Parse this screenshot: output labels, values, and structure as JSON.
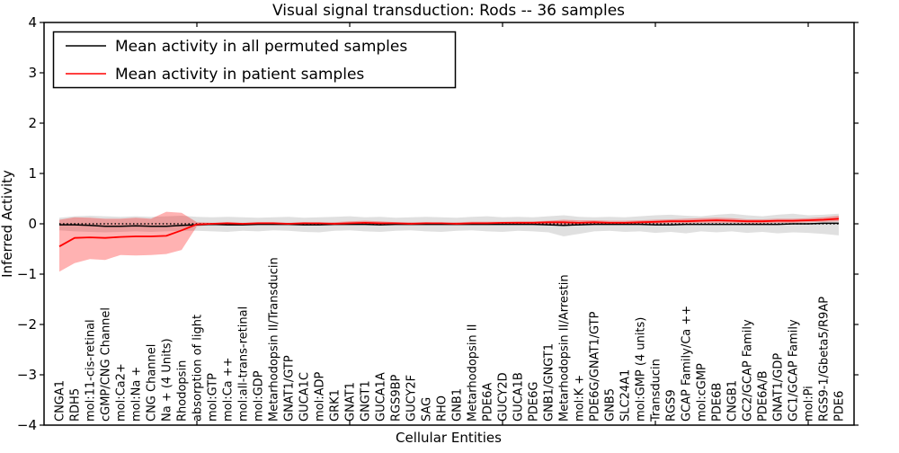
{
  "chart_data": {
    "type": "line",
    "title": "Visual signal transduction: Rods -- 36 samples",
    "xlabel": "Cellular Entities",
    "ylabel": "Inferred Activity",
    "ylim": [
      -4,
      4
    ],
    "yticks": [
      -4,
      -3,
      -2,
      -1,
      0,
      1,
      2,
      3,
      4
    ],
    "xticks_numeric": [
      10,
      20,
      30,
      40,
      50
    ],
    "grid": false,
    "legend_position": "upper left",
    "zero_line": {
      "y": 0,
      "style": "dotted",
      "color": "#000000"
    },
    "categories": [
      "CNGA1",
      "RDH5",
      "mol:11-cis-retinal",
      "cGMP/CNG Channel",
      "mol:Ca2+",
      "mol:Na +",
      "CNG Channel",
      "Na + (4 Units)",
      "Rhodopsin",
      "absorption of light",
      "mol:GTP",
      "mol:Ca ++",
      "mol:all-trans-retinal",
      "mol:GDP",
      "Metarhodopsin II/Transducin",
      "GNAT1/GTP",
      "GUCA1C",
      "mol:ADP",
      "GRK1",
      "GNAT1",
      "GNGT1",
      "GUCA1A",
      "RGS9BP",
      "GUCY2F",
      "SAG",
      "RHO",
      "GNB1",
      "Metarhodopsin II",
      "PDE6A",
      "GUCY2D",
      "GUCA1B",
      "PDE6G",
      "GNB1/GNGT1",
      "Metarhodopsin II/Arrestin",
      "mol:K +",
      "PDE6G/GNAT1/GTP",
      "GNB5",
      "SLC24A1",
      "mol:GMP (4 units)",
      "Transducin",
      "RGS9",
      "GCAP Family/Ca ++",
      "mol:cGMP",
      "PDE6B",
      "CNGB1",
      "GC2/GCAP Family",
      "PDE6A/B",
      "GNAT1/GDP",
      "GC1/GCAP Family",
      "mol:Pi",
      "RGS9-1/Gbeta5/R9AP",
      "PDE6"
    ],
    "series": [
      {
        "name": "Mean activity in all permuted samples",
        "color": "#000000",
        "band_color": "rgba(0,0,0,0.12)",
        "values": [
          -0.02,
          -0.02,
          -0.03,
          -0.05,
          -0.05,
          -0.04,
          -0.05,
          -0.05,
          -0.03,
          -0.02,
          -0.01,
          -0.02,
          -0.02,
          -0.01,
          -0.01,
          -0.01,
          -0.02,
          -0.02,
          -0.01,
          -0.01,
          -0.01,
          -0.02,
          -0.01,
          -0.01,
          -0.01,
          -0.01,
          -0.01,
          -0.01,
          -0.01,
          -0.01,
          -0.01,
          -0.01,
          -0.02,
          -0.03,
          -0.02,
          -0.01,
          -0.01,
          -0.01,
          -0.01,
          -0.02,
          -0.02,
          -0.01,
          -0.01,
          -0.01,
          -0.01,
          -0.01,
          -0.01,
          -0.01,
          0.0,
          0.0,
          0.01,
          0.01
        ],
        "band_top": [
          0.12,
          0.15,
          0.16,
          0.15,
          0.14,
          0.15,
          0.14,
          0.15,
          0.16,
          0.14,
          0.13,
          0.14,
          0.13,
          0.12,
          0.13,
          0.14,
          0.12,
          0.13,
          0.14,
          0.15,
          0.13,
          0.14,
          0.12,
          0.13,
          0.14,
          0.13,
          0.12,
          0.14,
          0.15,
          0.13,
          0.14,
          0.13,
          0.15,
          0.17,
          0.14,
          0.13,
          0.14,
          0.13,
          0.15,
          0.17,
          0.18,
          0.16,
          0.15,
          0.18,
          0.2,
          0.17,
          0.15,
          0.18,
          0.2,
          0.17,
          0.18,
          0.2
        ],
        "band_bottom": [
          -0.13,
          -0.15,
          -0.16,
          -0.17,
          -0.16,
          -0.15,
          -0.16,
          -0.15,
          -0.14,
          -0.14,
          -0.15,
          -0.16,
          -0.14,
          -0.15,
          -0.13,
          -0.14,
          -0.16,
          -0.17,
          -0.14,
          -0.13,
          -0.15,
          -0.16,
          -0.14,
          -0.13,
          -0.15,
          -0.16,
          -0.14,
          -0.13,
          -0.15,
          -0.16,
          -0.14,
          -0.15,
          -0.17,
          -0.25,
          -0.2,
          -0.15,
          -0.14,
          -0.16,
          -0.15,
          -0.18,
          -0.16,
          -0.19,
          -0.15,
          -0.17,
          -0.15,
          -0.18,
          -0.16,
          -0.19,
          -0.17,
          -0.18,
          -0.2,
          -0.23
        ]
      },
      {
        "name": "Mean activity in patient samples",
        "color": "#ff0000",
        "band_color": "rgba(255,0,0,0.30)",
        "values": [
          -0.45,
          -0.28,
          -0.27,
          -0.28,
          -0.26,
          -0.25,
          -0.25,
          -0.24,
          -0.13,
          -0.01,
          0.0,
          0.01,
          0.0,
          0.01,
          0.01,
          0.0,
          0.01,
          0.01,
          0.0,
          0.01,
          0.02,
          0.01,
          0.01,
          0.0,
          0.01,
          0.01,
          0.0,
          0.01,
          0.01,
          0.02,
          0.02,
          0.02,
          0.03,
          0.03,
          0.02,
          0.03,
          0.02,
          0.02,
          0.03,
          0.04,
          0.05,
          0.05,
          0.06,
          0.07,
          0.06,
          0.05,
          0.05,
          0.06,
          0.06,
          0.07,
          0.08,
          0.1
        ],
        "band_top": [
          0.08,
          0.13,
          0.12,
          0.1,
          0.1,
          0.12,
          0.1,
          0.24,
          0.22,
          0.03,
          0.02,
          0.03,
          0.02,
          0.03,
          0.03,
          0.02,
          0.03,
          0.02,
          0.03,
          0.05,
          0.06,
          0.05,
          0.03,
          0.03,
          0.03,
          0.02,
          0.03,
          0.04,
          0.04,
          0.04,
          0.05,
          0.05,
          0.06,
          0.08,
          0.07,
          0.07,
          0.06,
          0.06,
          0.07,
          0.08,
          0.09,
          0.1,
          0.11,
          0.12,
          0.11,
          0.09,
          0.09,
          0.1,
          0.1,
          0.11,
          0.13,
          0.16
        ],
        "band_bottom": [
          -0.95,
          -0.78,
          -0.7,
          -0.72,
          -0.62,
          -0.63,
          -0.62,
          -0.6,
          -0.52,
          -0.05,
          -0.02,
          -0.02,
          -0.02,
          -0.01,
          -0.02,
          -0.02,
          -0.02,
          -0.02,
          -0.01,
          -0.02,
          -0.02,
          -0.02,
          -0.02,
          -0.01,
          -0.02,
          -0.02,
          -0.02,
          -0.01,
          -0.02,
          -0.01,
          -0.01,
          -0.02,
          -0.01,
          -0.02,
          -0.01,
          -0.02,
          -0.01,
          -0.01,
          0.0,
          0.0,
          0.01,
          0.01,
          0.02,
          0.02,
          0.02,
          0.01,
          0.01,
          0.02,
          0.02,
          0.03,
          0.04,
          0.05
        ]
      }
    ]
  }
}
